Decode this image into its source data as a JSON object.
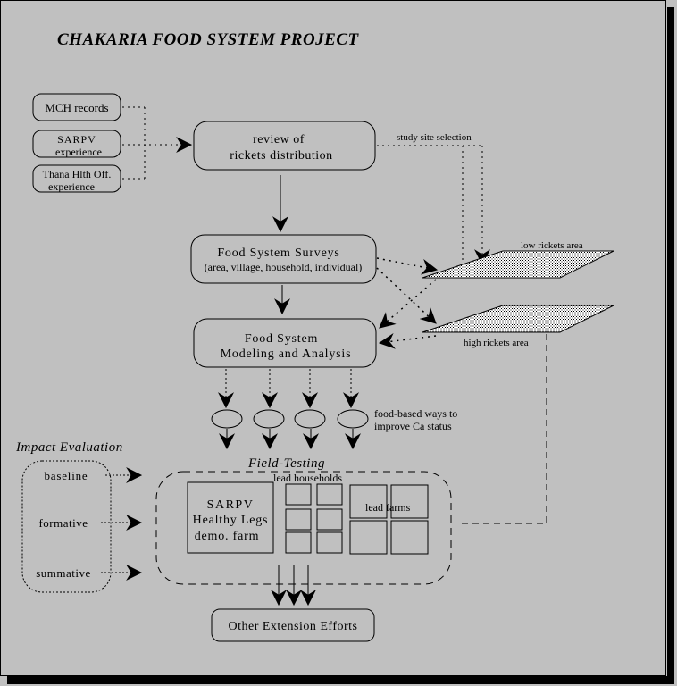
{
  "title": "CHAKARIA FOOD SYSTEM PROJECT",
  "sources": [
    {
      "lines": [
        "MCH records"
      ]
    },
    {
      "lines": [
        "SARPV",
        "experience"
      ]
    },
    {
      "lines": [
        "Thana Hlth Off.",
        "experience"
      ]
    }
  ],
  "review": {
    "lines": [
      "review of",
      "rickets distribution"
    ]
  },
  "study_site_label": "study site selection",
  "surveys": {
    "lines": [
      "Food System Surveys",
      "(area, village, household, individual)"
    ]
  },
  "modeling": {
    "lines": [
      "Food System",
      "Modeling and Analysis"
    ]
  },
  "areas": {
    "low": "low rickets area",
    "high": "high rickets area"
  },
  "food_ways_label": [
    "food-based ways to",
    "improve Ca status"
  ],
  "impact": {
    "title": "Impact Evaluation",
    "items": [
      "baseline",
      "formative",
      "summative"
    ]
  },
  "field_testing": {
    "title": "Field-Testing",
    "demo_farm": [
      "SARPV",
      "Healthy Legs",
      "demo.  farm"
    ],
    "households_label": "lead households",
    "farms_label": "lead farms"
  },
  "other_extension": "Other Extension Efforts"
}
